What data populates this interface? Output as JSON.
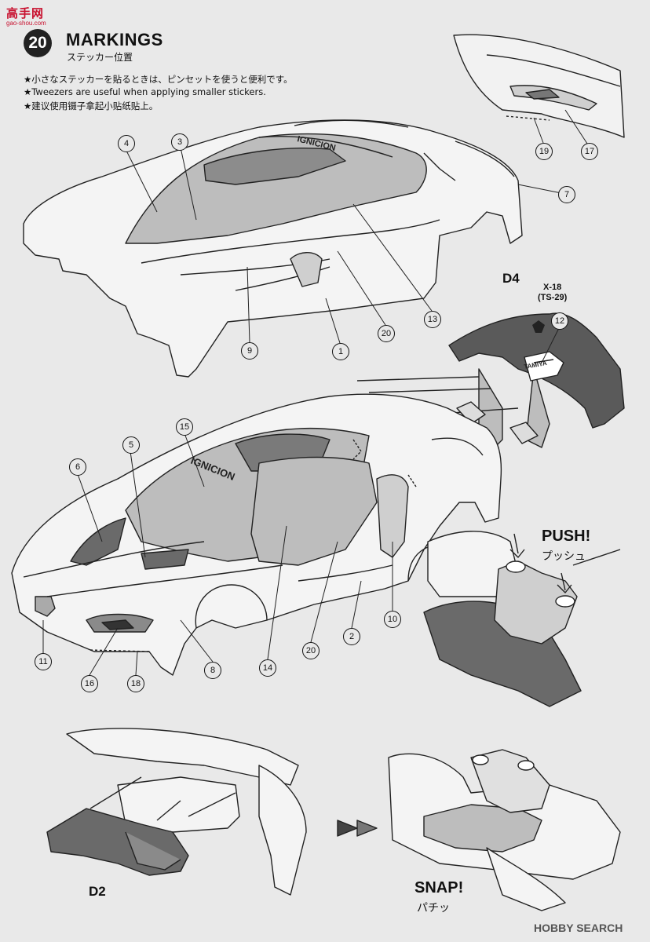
{
  "header": {
    "site_name": "高手网",
    "site_url": "gao-shou.com",
    "step_number": "20",
    "title": "MARKINGS",
    "subtitle": "ステッカー位置"
  },
  "notes": [
    "★小さなステッカーを貼るときは、ピンセットを使うと便利です。",
    "★Tweezers are useful when applying smaller stickers.",
    "★建议使用镊子拿起小贴纸贴上。"
  ],
  "callouts": {
    "c19": "19",
    "c17": "17",
    "c4": "4",
    "c3": "3",
    "c7": "7",
    "c13": "13",
    "c9": "9",
    "c1": "1",
    "c20a": "20",
    "c12": "12",
    "c15": "15",
    "c5": "5",
    "c6": "6",
    "c10": "10",
    "c2": "2",
    "c20b": "20",
    "c14": "14",
    "c8": "8",
    "c11": "11",
    "c16": "16",
    "c18": "18"
  },
  "parts": {
    "d4": "D4",
    "paint_code": "X-18",
    "paint_code_alt": "(TS-29)",
    "d2": "D2"
  },
  "actions": {
    "push": "PUSH!",
    "push_jp": "プッシュ",
    "snap": "SNAP!",
    "snap_jp": "パチッ"
  },
  "sticker_text": {
    "ignicion": "IGNICION",
    "tamiya": "TAMIYA"
  },
  "watermark": "HOBBY SEARCH"
}
